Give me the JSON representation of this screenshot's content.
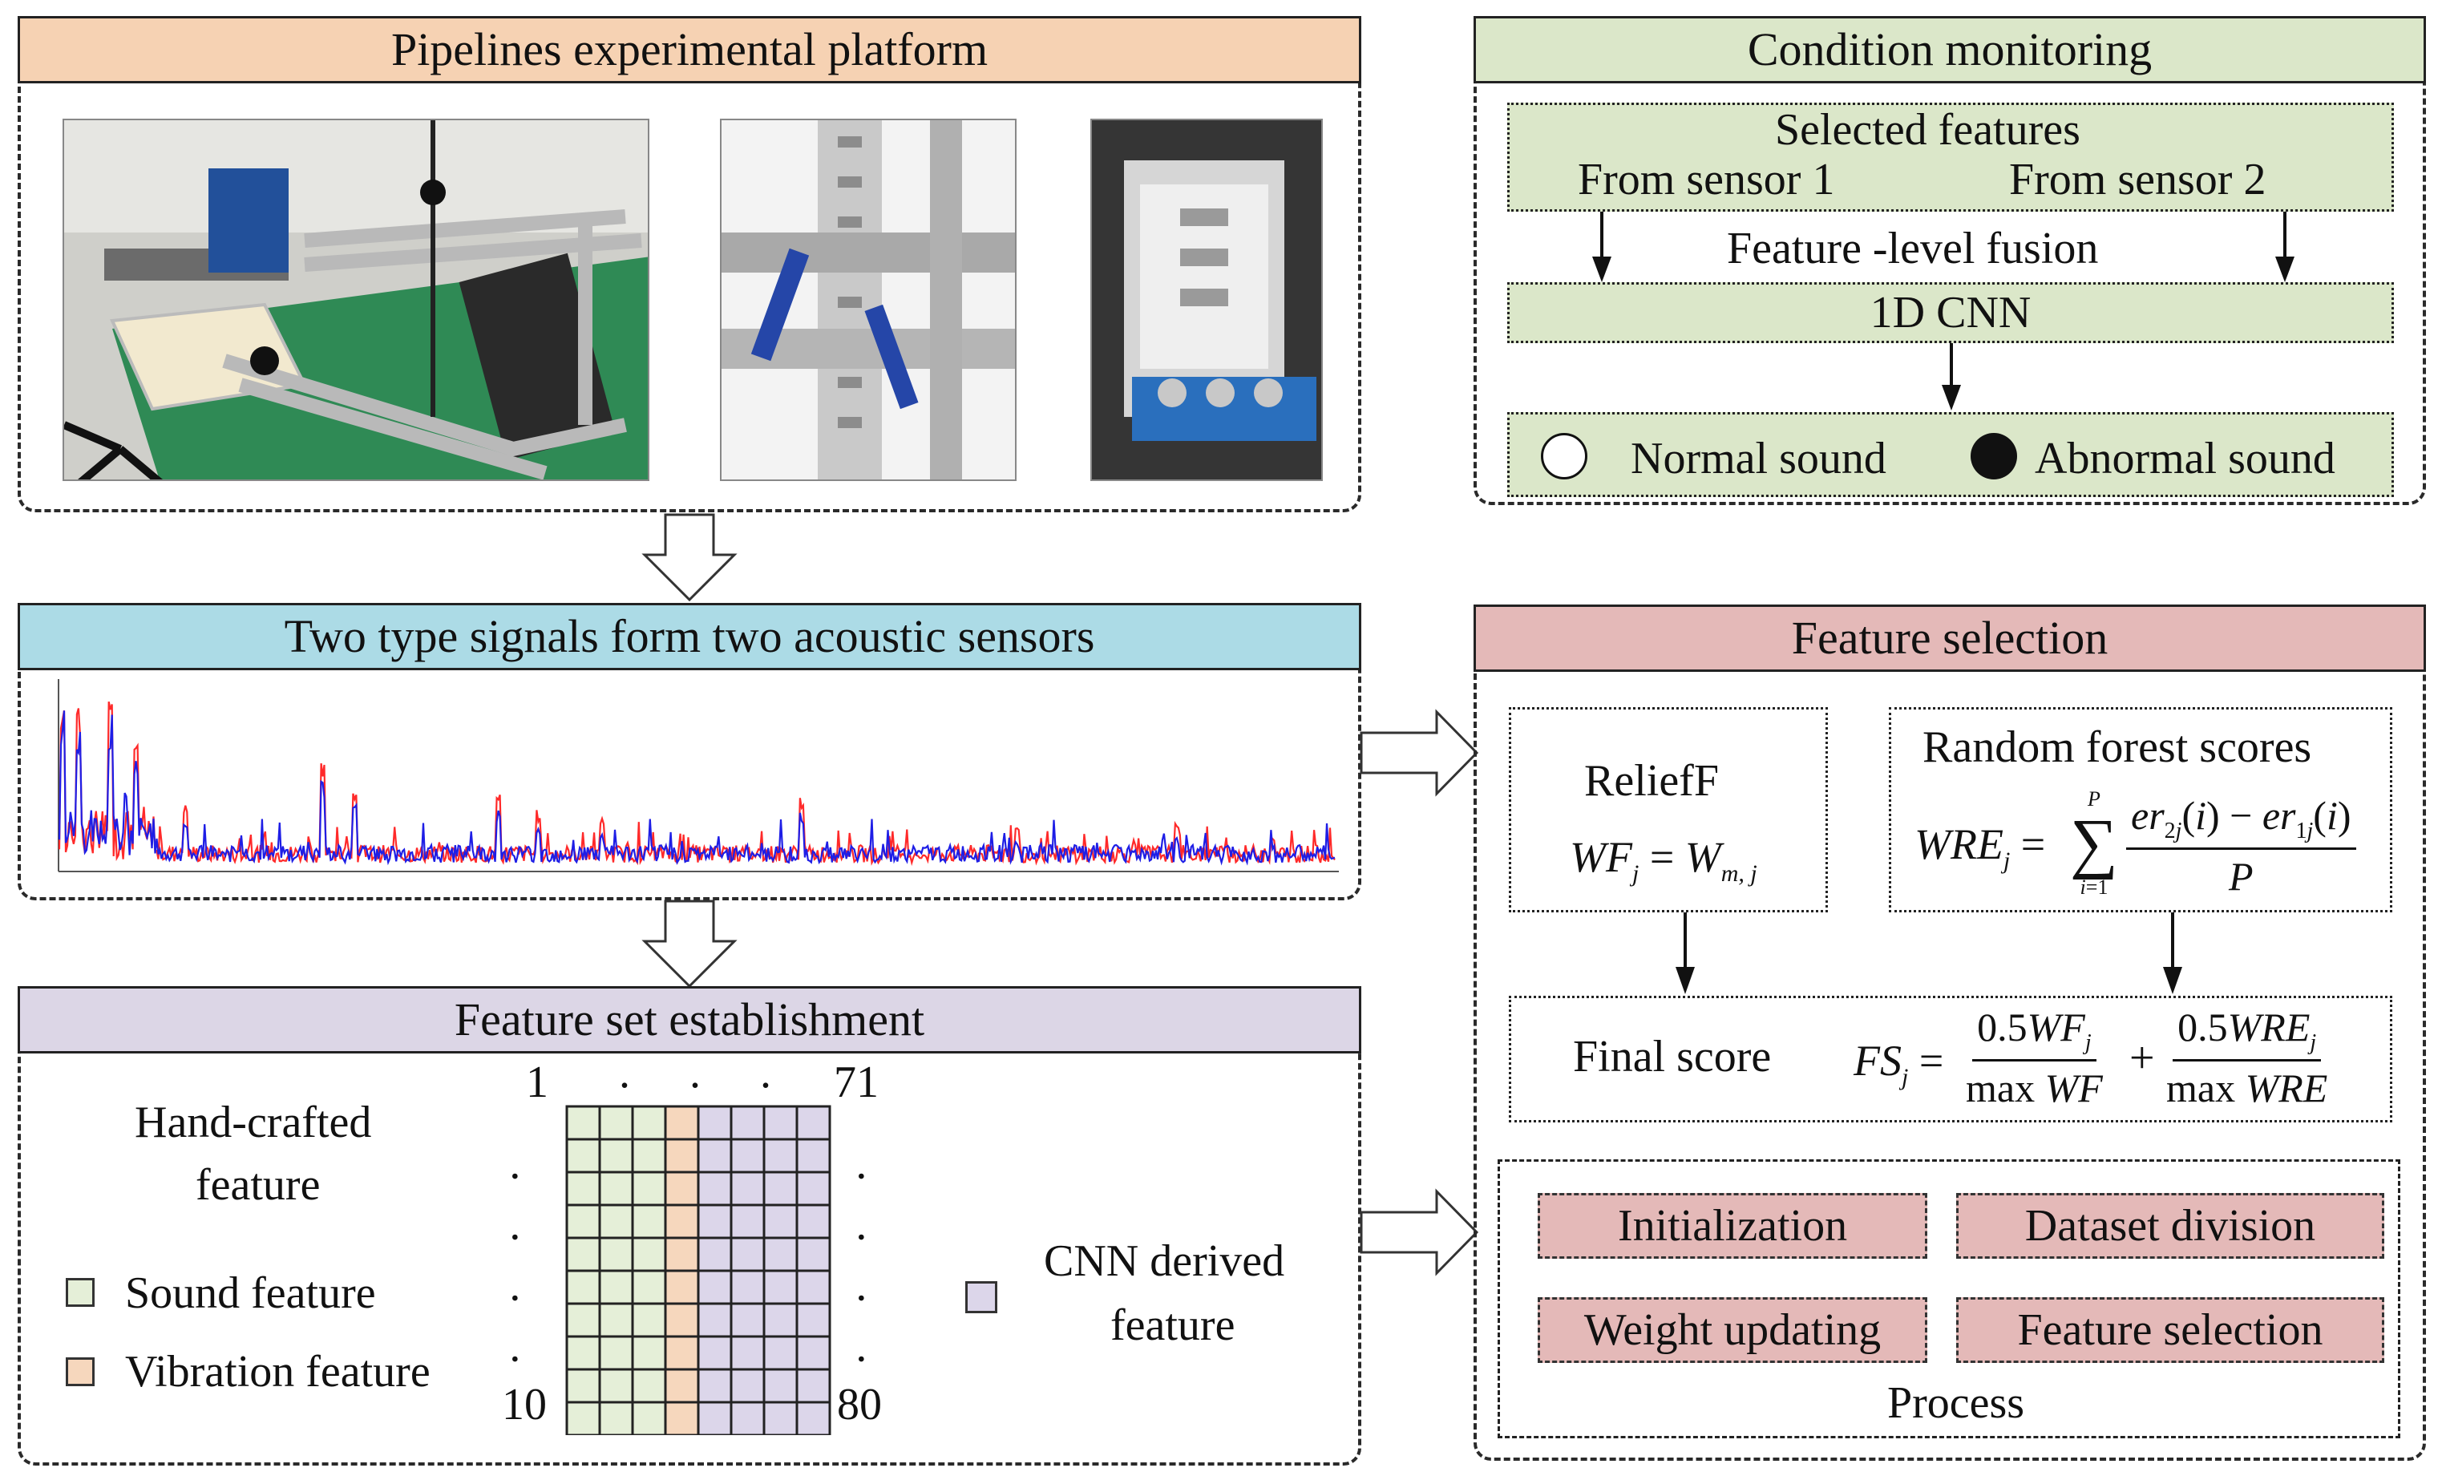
{
  "colors": {
    "orange": "#f6d2b3",
    "green": "#dbe7c9",
    "blue": "#acdbe6",
    "pink": "#e4b9b8",
    "purple": "#dcd6e6",
    "sound_cell": "#e5efd8",
    "vibration_cell": "#f6d7bd",
    "cnn_cell": "#dcd6ea",
    "signal_red": "#ff2a2a",
    "signal_blue": "#1e1ee6"
  },
  "platform": {
    "title": "Pipelines experimental platform",
    "photos": [
      "pipeline-rig-photo",
      "valve-photo",
      "daq-device-photo"
    ]
  },
  "signals": {
    "title": "Two type signals form two acoustic sensors"
  },
  "feature_set": {
    "title": "Feature set establishment",
    "handcrafted_line1": "Hand-crafted",
    "handcrafted_line2": "feature",
    "sound_label": "Sound feature",
    "vibration_label": "Vibration feature",
    "cnn_line1": "CNN derived",
    "cnn_line2": "feature",
    "top_left": "1",
    "top_dots": ". . .",
    "top_right": "71",
    "bottom_left": "10",
    "bottom_right": "80",
    "left_dots": ". . . .",
    "right_dots": ". . . ."
  },
  "condition": {
    "title": "Condition monitoring",
    "selected": "Selected features",
    "from1": "From sensor 1",
    "from2": "From sensor 2",
    "fusion": "Feature -level fusion",
    "cnn": "1D CNN",
    "normal": "Normal sound",
    "abnormal": "Abnormal sound"
  },
  "selection": {
    "title": "Feature selection",
    "relieff_title": "ReliefF",
    "rf_title": "Random forest scores",
    "final_label": "Final score",
    "process_label": "Process",
    "buttons": {
      "init": "Initialization",
      "division": "Dataset division",
      "weight": "Weight updating",
      "fsel": "Feature selection"
    }
  }
}
